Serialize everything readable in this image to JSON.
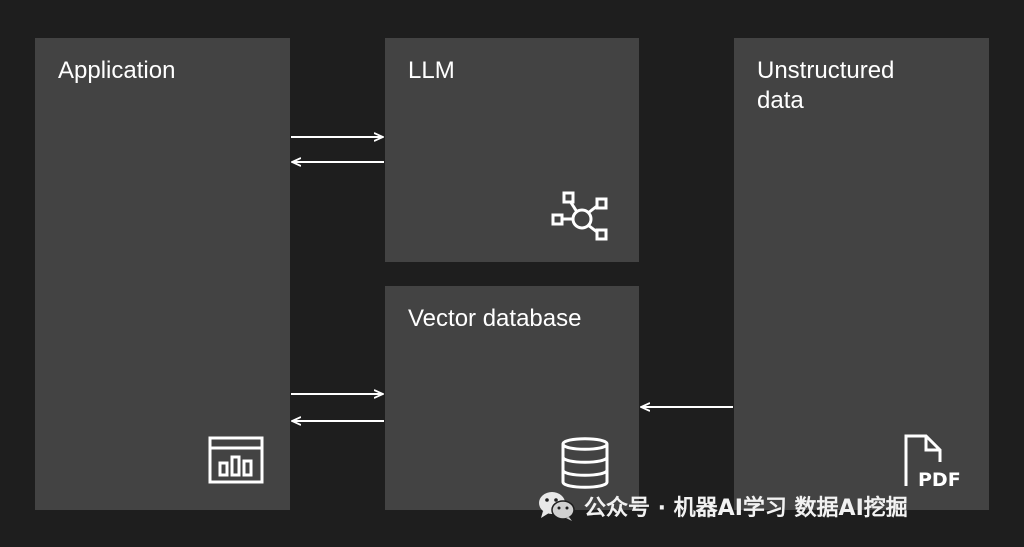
{
  "boxes": {
    "application": {
      "label": "Application",
      "icon": "dashboard-chart-icon"
    },
    "llm": {
      "label": "LLM",
      "icon": "network-hub-icon"
    },
    "vector_database": {
      "label": "Vector database",
      "icon": "database-icon"
    },
    "unstructured_data": {
      "label": "Unstructured\ndata",
      "icon": "pdf-file-icon",
      "icon_text": "PDF"
    }
  },
  "connections": [
    {
      "from": "application",
      "to": "llm"
    },
    {
      "from": "llm",
      "to": "application"
    },
    {
      "from": "application",
      "to": "vector_database"
    },
    {
      "from": "vector_database",
      "to": "application"
    },
    {
      "from": "unstructured_data",
      "to": "vector_database"
    }
  ],
  "watermark": {
    "text": "公众号 · 机器AI学习 数据AI挖掘",
    "icon": "wechat-icon"
  },
  "colors": {
    "background": "#1e1e1e",
    "box": "#434343",
    "foreground": "#ffffff"
  }
}
